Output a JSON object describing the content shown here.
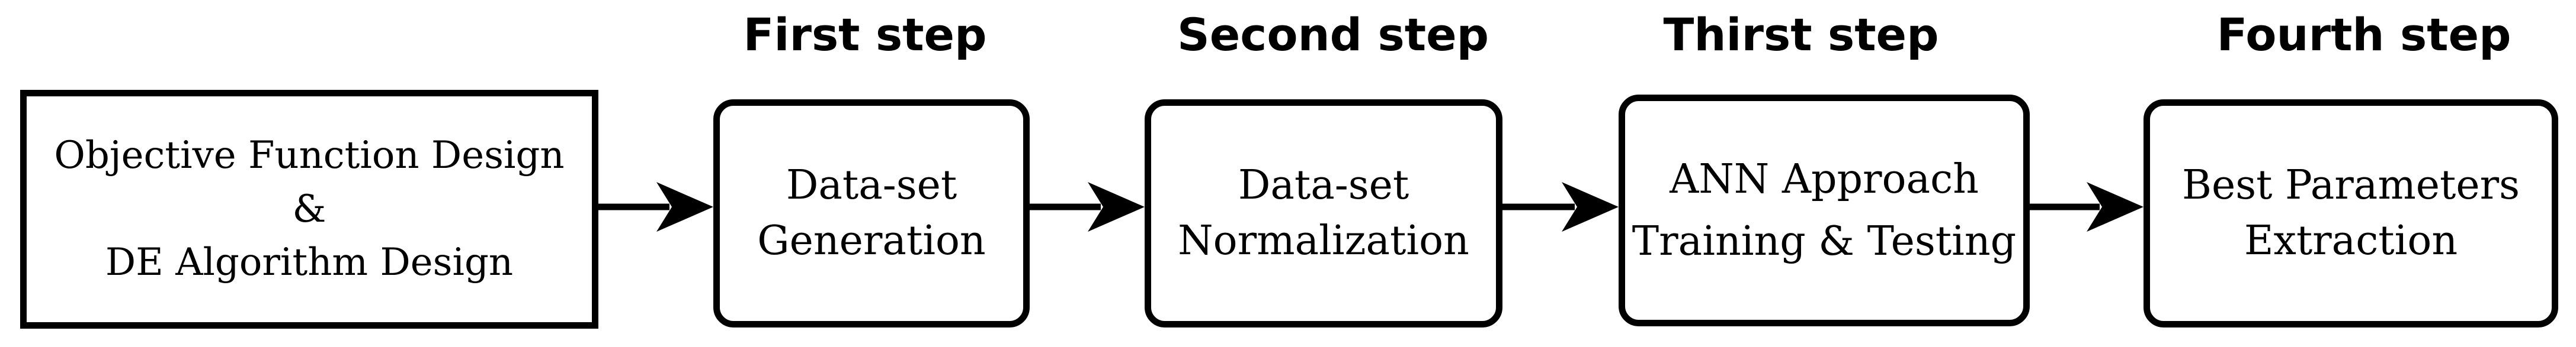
{
  "steps": [
    {
      "title": "First step",
      "lines": [
        "Data-set",
        "Generation"
      ]
    },
    {
      "title": "Second step",
      "lines": [
        "Data-set",
        "Normalization"
      ]
    },
    {
      "title": "Thirst step",
      "lines": [
        "ANN Approach",
        "Training & Testing"
      ]
    },
    {
      "title": "Fourth step",
      "lines": [
        "Best Parameters",
        "Extraction"
      ]
    }
  ],
  "design_box": {
    "lines": [
      "Objective  Function Design",
      "&",
      "DE Algorithm Design"
    ]
  }
}
